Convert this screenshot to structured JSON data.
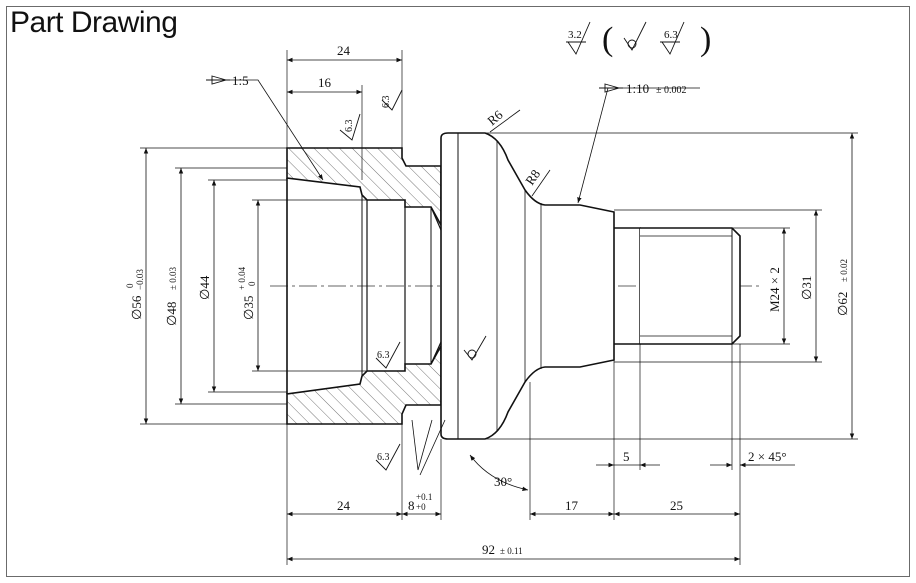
{
  "title": "Part Drawing",
  "roughness": {
    "general": "3.2",
    "paren_left": "(",
    "paren_right": ")",
    "other": "6.3",
    "bore_top_a": "6.3",
    "bore_top_b": "6.3",
    "bore_inner": "6.3",
    "bottom_left": "6.3"
  },
  "tapers": {
    "left": "1:5",
    "right": "1:10",
    "right_tol": "± 0.002"
  },
  "radii": {
    "r6": "R6",
    "r8": "R8"
  },
  "dims_top": {
    "d24": "24",
    "d16": "16"
  },
  "dims_left": {
    "d56": "∅56",
    "d56_tol_up": "0",
    "d56_tol_dn": "−0.03",
    "d48": "∅48",
    "d48_tol": "± 0.03",
    "d44": "∅44",
    "d35": "∅35",
    "d35_tol_up": "+ 0.04",
    "d35_tol_dn": "0"
  },
  "dims_right": {
    "m24": "M24 × 2",
    "d31": "∅31",
    "d62": "∅62",
    "d62_tol": "± 0.02"
  },
  "dims_bottom": {
    "d24": "24",
    "d8": "8",
    "d8_tol_up": "+0.1",
    "d8_tol_dn": "+0",
    "d17": "17",
    "d25": "25",
    "d5": "5",
    "chamfer": "2 × 45°",
    "angle": "30°",
    "overall": "92",
    "overall_tol": "± 0.11"
  }
}
